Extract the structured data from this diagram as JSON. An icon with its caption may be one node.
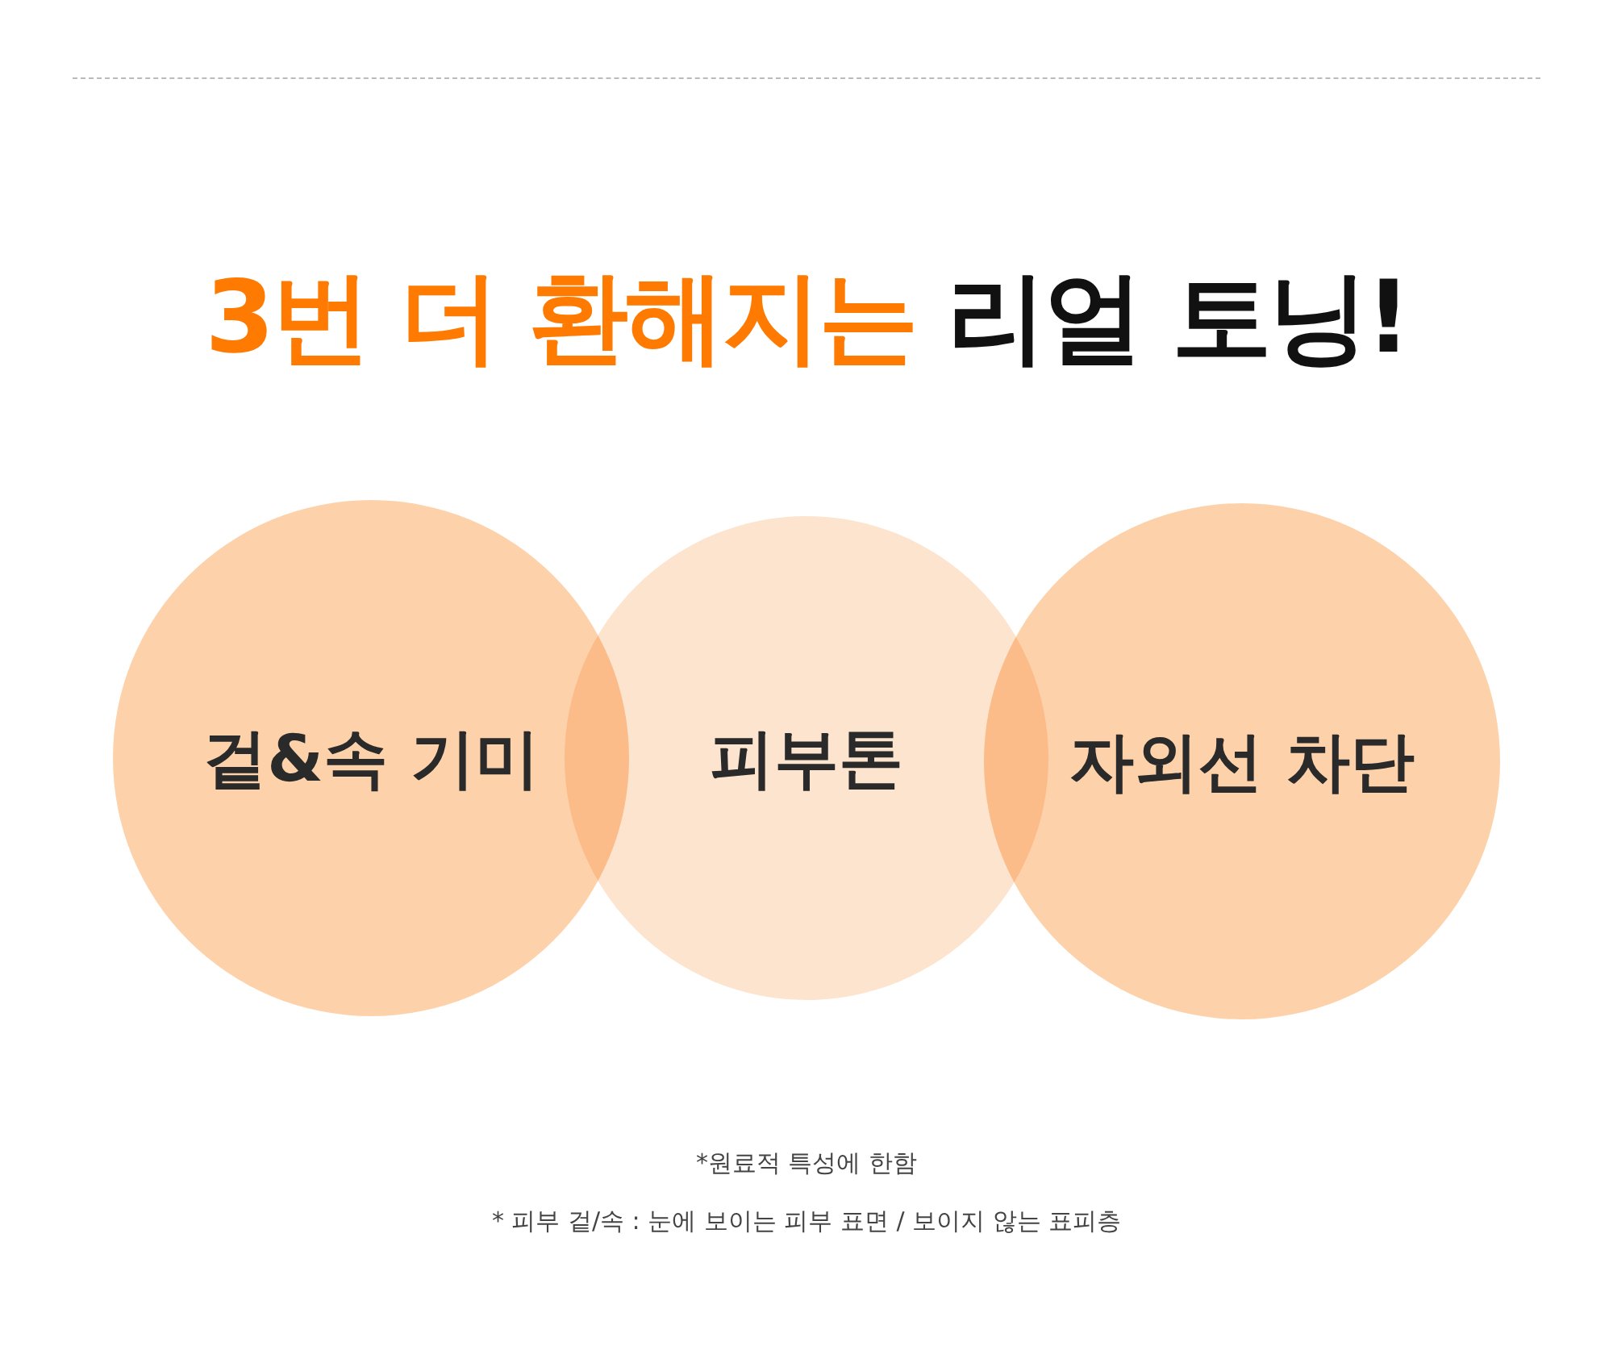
{
  "diagram": {
    "title": "3번 더 환해지는 리얼 토닝!",
    "nodes": [
      {
        "text": [
          "겉&속 기미"
        ]
      },
      {
        "text": [
          "피부톤"
        ]
      },
      {
        "text": [
          "자외선 차단"
        ]
      }
    ],
    "labels": [
      "*원료적 특성에 한함",
      "* 피부 겉/속 : 눈에 보이는 피부 표면 / 보이지 않는 표피층"
    ]
  }
}
